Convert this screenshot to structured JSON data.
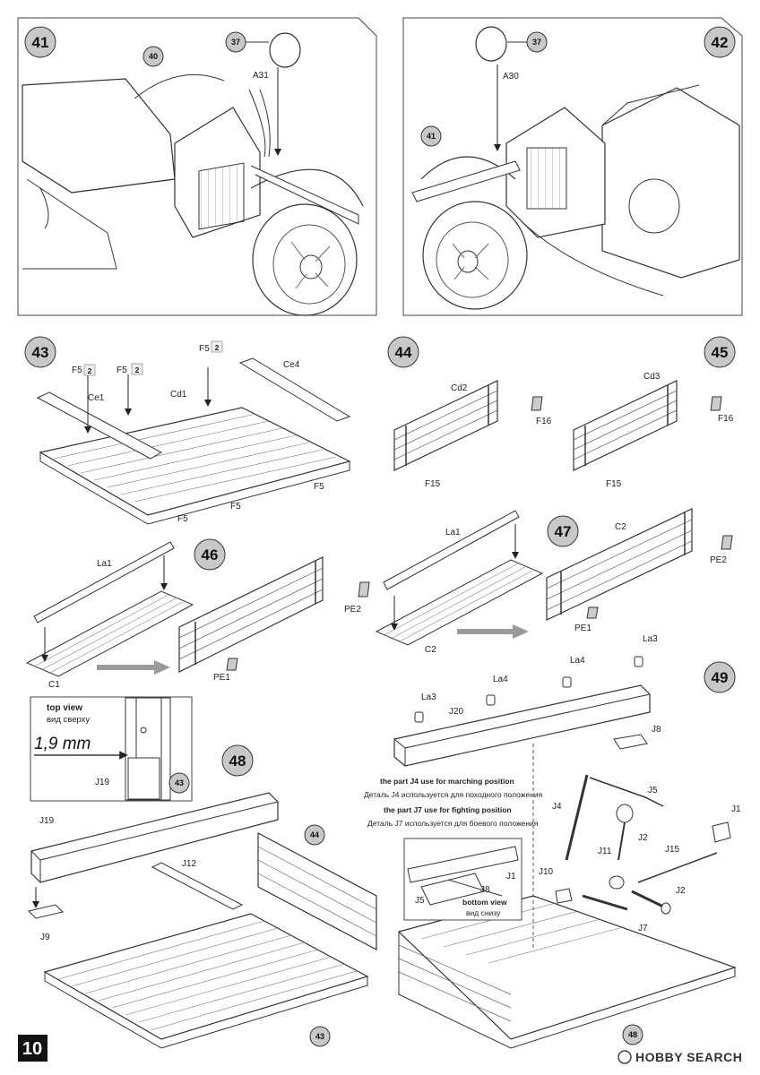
{
  "page_number": "10",
  "watermark": "HOBBY SEARCH",
  "steps": {
    "s41": "41",
    "s42": "42",
    "s43": "43",
    "s44": "44",
    "s45": "45",
    "s46": "46",
    "s47": "47",
    "s48": "48",
    "s49": "49"
  },
  "callouts": {
    "c40": "40",
    "c37a": "37",
    "c37b": "37",
    "c41": "41",
    "c44": "44",
    "c43a": "43",
    "c43b": "43",
    "c48": "48"
  },
  "parts": {
    "A31": "A31",
    "A30": "A30",
    "F5a": "F5",
    "F5b": "F5",
    "F5c": "F5",
    "F5d": "F5",
    "F5e": "F5",
    "F5f": "F5",
    "Ce1": "Ce1",
    "Cd1": "Cd1",
    "Ce4": "Ce4",
    "Cd2": "Cd2",
    "F16a": "F16",
    "F15a": "F15",
    "Cd3": "Cd3",
    "F16b": "F16",
    "F15b": "F15",
    "La1a": "La1",
    "C1": "C1",
    "PE2a": "PE2",
    "PE1a": "PE1",
    "La1b": "La1",
    "C2a": "C2",
    "C2b": "C2",
    "PE2b": "PE2",
    "PE1b": "PE1",
    "J19a": "J19",
    "J19b": "J19",
    "J12": "J12",
    "J9": "J9",
    "La3a": "La3",
    "La4a": "La4",
    "La4b": "La4",
    "La3b": "La3",
    "J20": "J20",
    "J8a": "J8",
    "J8b": "J8",
    "J5a": "J5",
    "J5b": "J5",
    "J4": "J4",
    "J2a": "J2",
    "J2b": "J2",
    "J1a": "J1",
    "J1b": "J1",
    "J15": "J15",
    "J11": "J11",
    "J10": "J10",
    "J7": "J7"
  },
  "multipliers": {
    "m1": "2",
    "m2": "2",
    "m3": "2"
  },
  "top_view": {
    "title": "top view",
    "title_ru": "вид сверху",
    "measure": "1,9 mm"
  },
  "bottom_view": {
    "title": "bottom view",
    "title_ru": "вид снизу"
  },
  "notes": {
    "march_en": "the part J4 use for marching position",
    "march_ru": "Деталь J4 используется для походного положения",
    "fight_en": "the part J7 use for fighting position",
    "fight_ru": "Деталь J7 используется для боевого положения"
  }
}
